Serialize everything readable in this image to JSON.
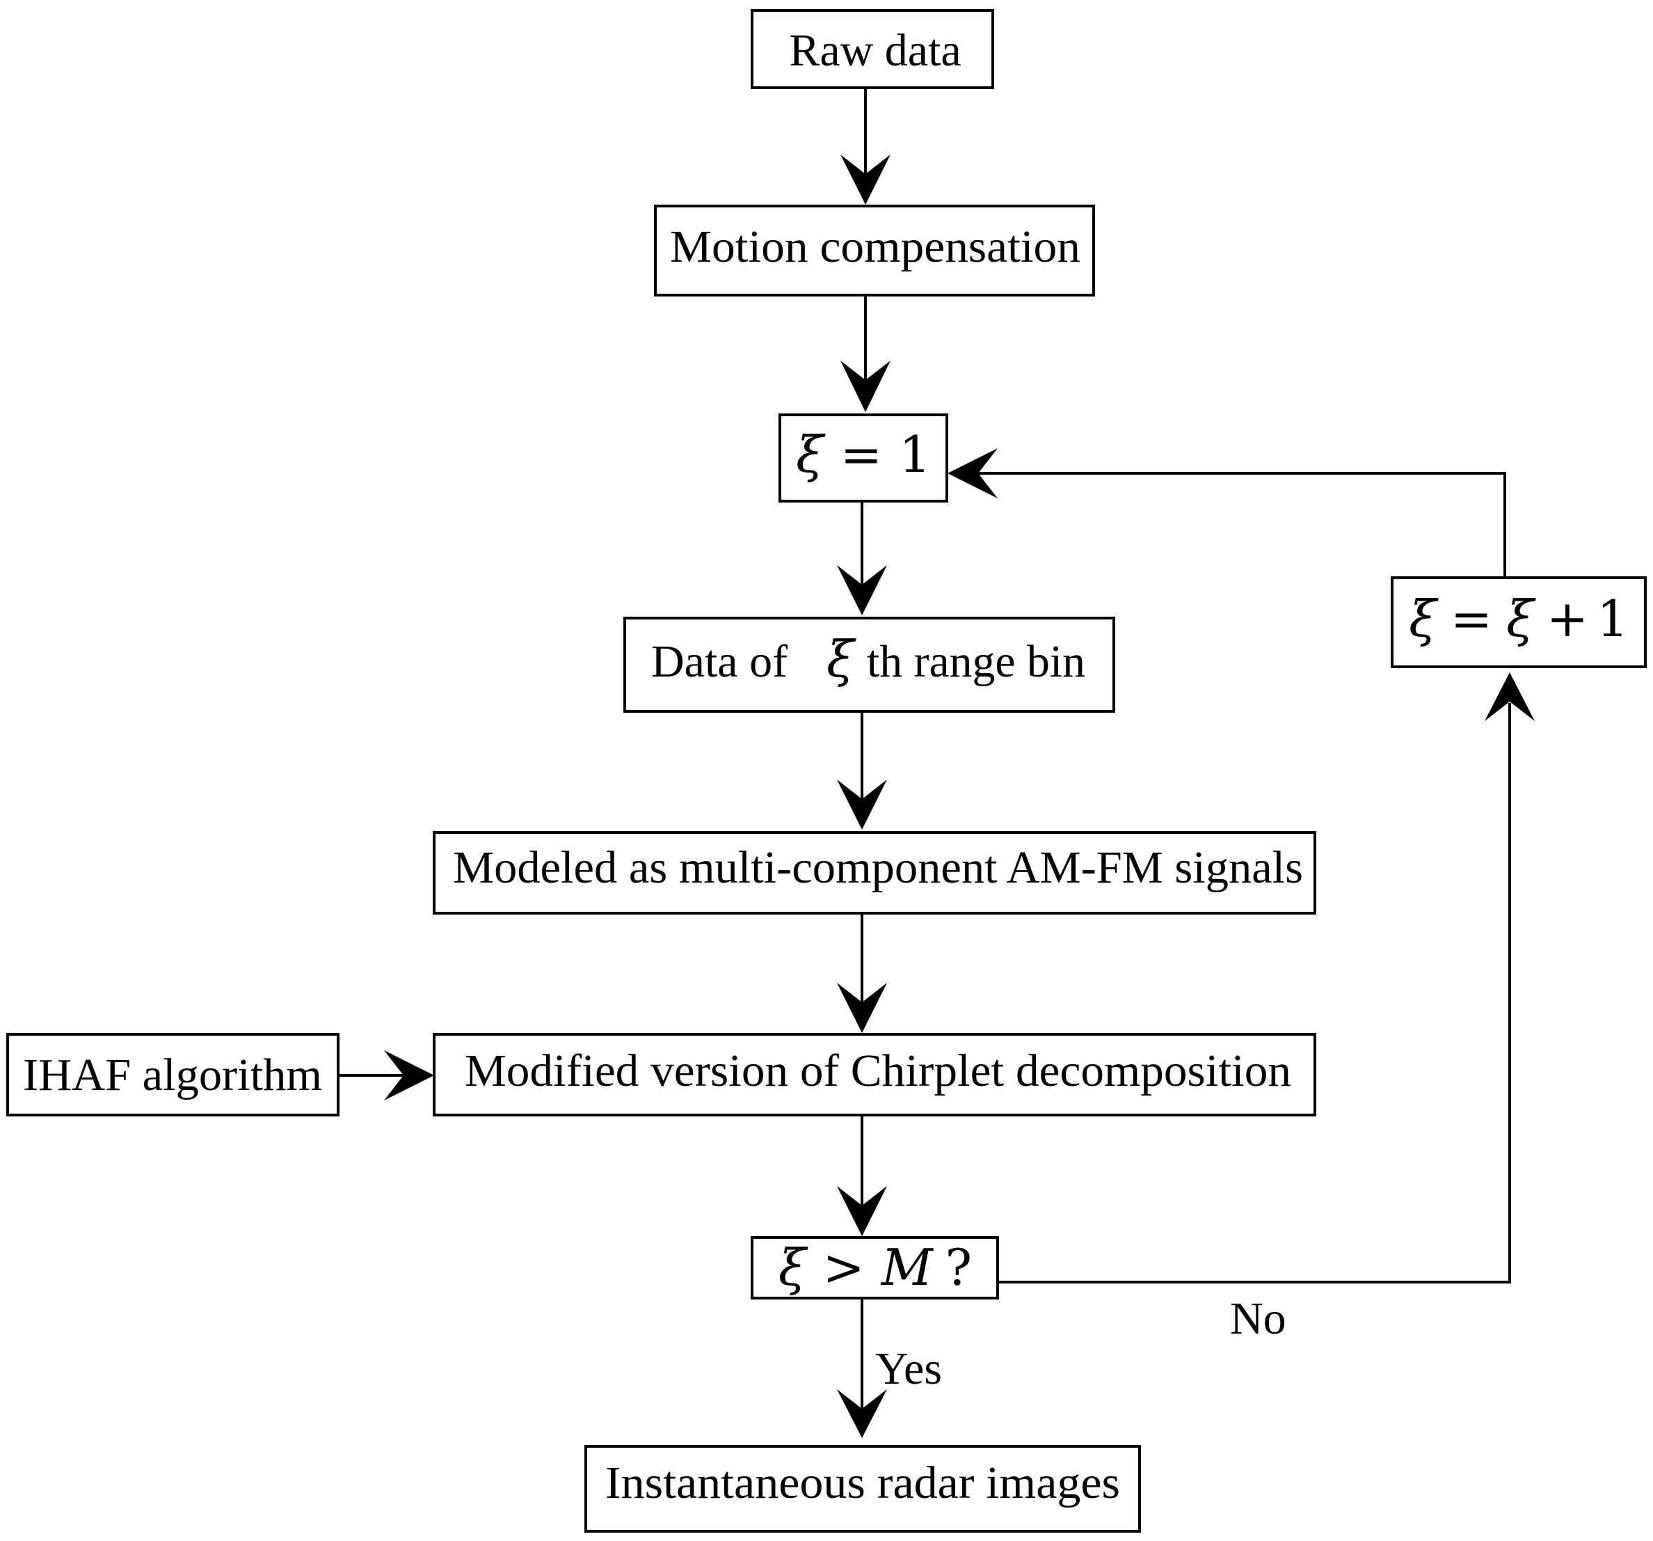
{
  "nodes": {
    "raw_data": "Raw data",
    "motion_compensation": "Motion compensation",
    "init": {
      "var": "ξ",
      "op": "=",
      "val": "1"
    },
    "range_bin": {
      "prefix": "Data of",
      "var": "ξ",
      "suffix": "th range bin"
    },
    "modeled": "Modeled as multi-component AM-FM signals",
    "chirplet": "Modified version of Chirplet decomposition",
    "ihaf": "IHAF algorithm",
    "decision": {
      "var": "ξ",
      "op": ">",
      "bound": "M",
      "q": "?"
    },
    "increment": {
      "var": "ξ",
      "op": "=",
      "var2": "ξ",
      "plus": "+",
      "one": "1"
    },
    "output": "Instantaneous radar images"
  },
  "edges": {
    "yes_label": "Yes",
    "no_label": "No"
  }
}
